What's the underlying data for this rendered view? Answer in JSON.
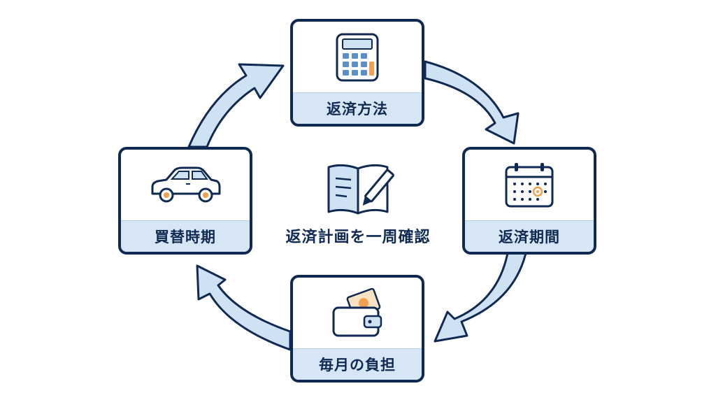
{
  "diagram": {
    "center": {
      "label": "返済計画を一周確認",
      "icon": "open-book-pencil-icon"
    },
    "steps": [
      {
        "id": "top",
        "label": "返済方法",
        "icon": "calculator-icon"
      },
      {
        "id": "right",
        "label": "返済期間",
        "icon": "calendar-icon"
      },
      {
        "id": "bottom",
        "label": "毎月の負担",
        "icon": "wallet-icon"
      },
      {
        "id": "left",
        "label": "買替時期",
        "icon": "car-icon"
      }
    ],
    "colors": {
      "navy": "#0f2a52",
      "light_blue": "#d7e6f5",
      "arrow_fill": "#cfe2f4",
      "accent_orange": "#f0a050"
    }
  }
}
